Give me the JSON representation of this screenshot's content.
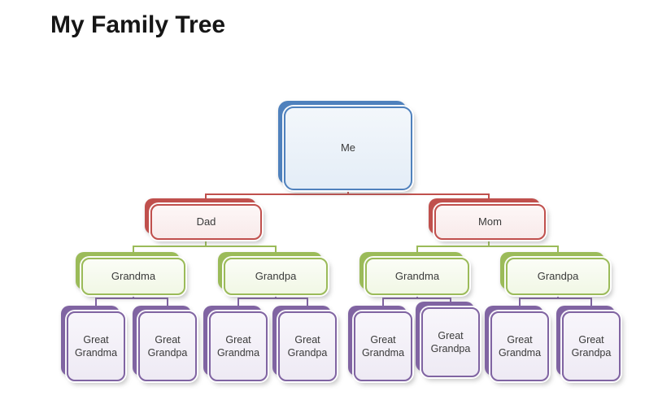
{
  "title": "My Family Tree",
  "colors": {
    "level1_blue": "#4f81bd",
    "level2_red": "#c0504d",
    "level3_green": "#9bbb59",
    "level4_purple": "#8064a2"
  },
  "tree": {
    "me": {
      "label": "Me"
    },
    "parents": [
      {
        "label": "Dad"
      },
      {
        "label": "Mom"
      }
    ],
    "grandparents": [
      {
        "label": "Grandma"
      },
      {
        "label": "Grandpa"
      },
      {
        "label": "Grandma"
      },
      {
        "label": "Grandpa"
      }
    ],
    "great_grandparents": [
      {
        "label": "Great Grandma"
      },
      {
        "label": "Great Grandpa"
      },
      {
        "label": "Great Grandma"
      },
      {
        "label": "Great Grandpa"
      },
      {
        "label": "Great Grandma"
      },
      {
        "label": "Great Grandpa"
      },
      {
        "label": "Great Grandma"
      },
      {
        "label": "Great Grandpa"
      }
    ]
  }
}
